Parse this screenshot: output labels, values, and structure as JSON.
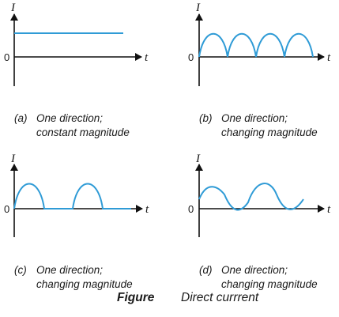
{
  "axis_labels": {
    "y": "I",
    "x": "t",
    "origin": "0"
  },
  "colors": {
    "wave": "#2f9bd6",
    "axis": "#111111"
  },
  "panels": [
    {
      "id": "a",
      "label": "(a)",
      "line1": "One direction;",
      "line2": "constant magnitude",
      "waveform": "constant"
    },
    {
      "id": "b",
      "label": "(b)",
      "line1": "One direction;",
      "line2": "changing magnitude",
      "waveform": "full-wave rectified"
    },
    {
      "id": "c",
      "label": "(c)",
      "line1": "One direction;",
      "line2": "changing magnitude",
      "waveform": "half-wave rectified"
    },
    {
      "id": "d",
      "label": "(d)",
      "line1": "One direction;",
      "line2": "changing magnitude",
      "waveform": "sinusoidal with offset"
    }
  ],
  "figure": {
    "word": "Figure",
    "title": "Direct currrent"
  }
}
